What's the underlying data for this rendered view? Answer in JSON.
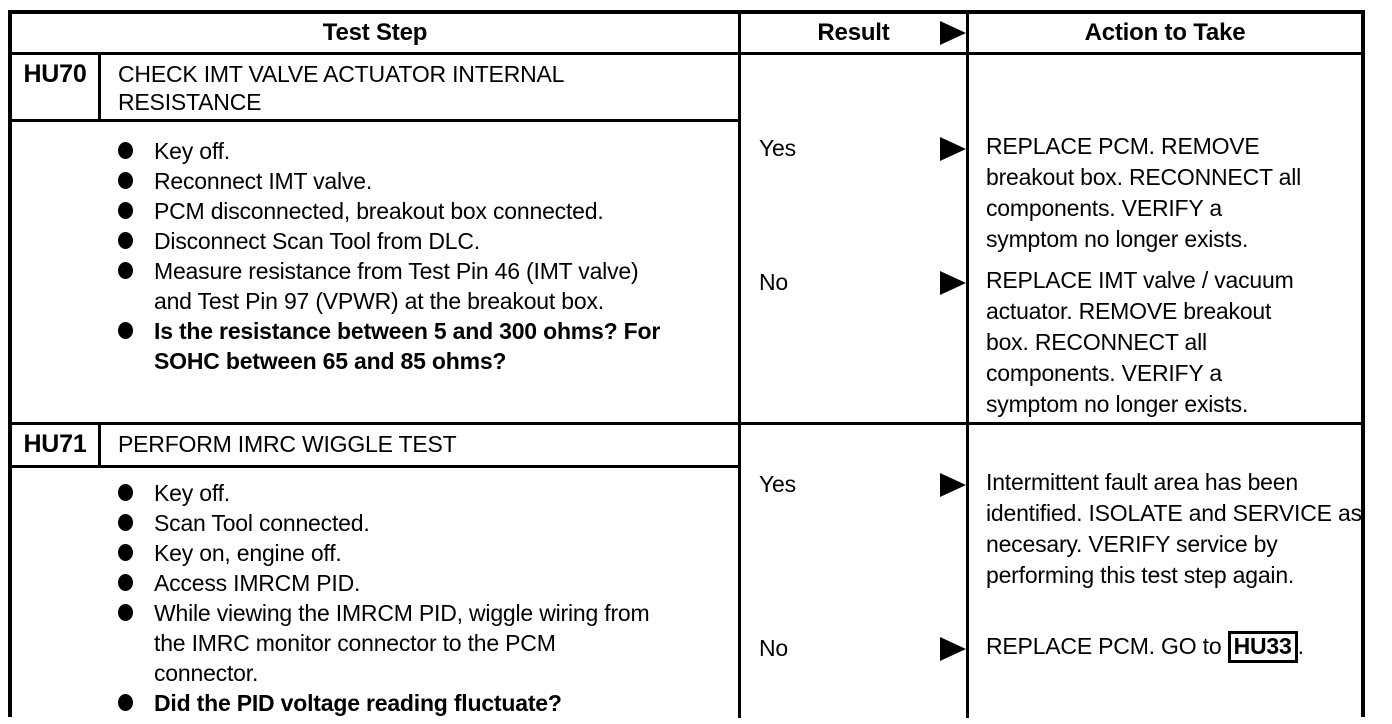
{
  "table": {
    "headers": {
      "test_step": "Test Step",
      "result": "Result",
      "action": "Action to Take"
    },
    "steps": [
      {
        "id": "HU70",
        "title": "CHECK IMT VALVE ACTUATOR INTERNAL RESISTANCE",
        "bullets": [
          "Key off.",
          "Reconnect IMT valve.",
          "PCM disconnected, breakout box connected.",
          "Disconnect Scan Tool from DLC.",
          "Measure resistance from Test Pin 46 (IMT valve) and Test Pin 97 (VPWR) at the breakout box.",
          "Is the resistance between 5 and 300 ohms? For SOHC between 65 and 85 ohms?"
        ],
        "results": [
          {
            "label": "Yes",
            "action": "REPLACE PCM. REMOVE breakout box. RECONNECT all components. VERIFY a symptom no longer exists."
          },
          {
            "label": "No",
            "action": "REPLACE IMT valve / vacuum actuator. REMOVE breakout box. RECONNECT all components. VERIFY a symptom no longer exists."
          }
        ]
      },
      {
        "id": "HU71",
        "title": "PERFORM IMRC WIGGLE TEST",
        "bullets": [
          "Key off.",
          "Scan Tool connected.",
          "Key on, engine off.",
          "Access IMRCM PID.",
          "While viewing the IMRCM PID, wiggle wiring from the IMRC monitor connector to the PCM connector.",
          "Did the PID voltage reading fluctuate?"
        ],
        "results": [
          {
            "label": "Yes",
            "action": "Intermittent fault area has been identified. ISOLATE and SERVICE as necesary. VERIFY service by performing this test step again."
          },
          {
            "label": "No",
            "action_prefix": "REPLACE PCM. GO to ",
            "action_ref": "HU33",
            "action_suffix": "."
          }
        ]
      }
    ],
    "colors": {
      "ink": "#000000",
      "paper": "#ffffff"
    }
  }
}
